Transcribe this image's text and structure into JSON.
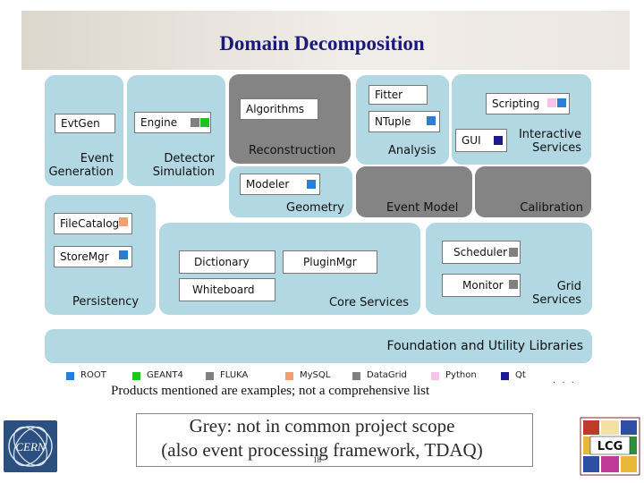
{
  "slide": {
    "title": "Domain Decomposition",
    "note1": "Products mentioned are examples; not a comprehensive list",
    "ellipsis": ". . .",
    "note2_line1": "Grey: not in common project scope",
    "note2_line2": "(also event processing framework, TDAQ)",
    "page_number": "18",
    "cern_logo_text": "CERN",
    "lcg_logo_text": "LCG"
  },
  "colors": {
    "domain_box": "#b1d8e3",
    "grey_box": "#848484",
    "ROOT": "#2a7fd4",
    "GEANT4": "#1ec51e",
    "FLUKA": "#808080",
    "MySQL": "#f0a070",
    "DataGrid": "#808080",
    "Python": "#f7c2ec",
    "Qt": "#1a1a8c"
  },
  "domains": {
    "event_generation": "Event\nGeneration",
    "detector_simulation": "Detector\nSimulation",
    "reconstruction": "Reconstruction",
    "analysis": "Analysis",
    "interactive_services": "Interactive\nServices",
    "geometry": "Geometry",
    "event_model": "Event Model",
    "calibration": "Calibration",
    "persistency": "Persistency",
    "core_services": "Core Services",
    "grid_services": "Grid\nServices",
    "foundation": "Foundation and Utility Libraries"
  },
  "components": {
    "evtgen": "EvtGen",
    "engine": "Engine",
    "algorithms": "Algorithms",
    "fitter": "Fitter",
    "ntuple": "NTuple",
    "scripting": "Scripting",
    "gui": "GUI",
    "modeler": "Modeler",
    "filecatalog": "FileCatalog",
    "storemgr": "StoreMgr",
    "dictionary": "Dictionary",
    "pluginmgr": "PluginMgr",
    "whiteboard": "Whiteboard",
    "scheduler": "Scheduler",
    "monitor": "Monitor"
  },
  "legend": [
    {
      "label": "ROOT",
      "color": "#2a7fd4"
    },
    {
      "label": "GEANT4",
      "color": "#1ec51e"
    },
    {
      "label": "FLUKA",
      "color": "#808080"
    },
    {
      "label": "MySQL",
      "color": "#f0a070"
    },
    {
      "label": "DataGrid",
      "color": "#808080"
    },
    {
      "label": "Python",
      "color": "#f7c2ec"
    },
    {
      "label": "Qt",
      "color": "#1a1a8c"
    }
  ]
}
